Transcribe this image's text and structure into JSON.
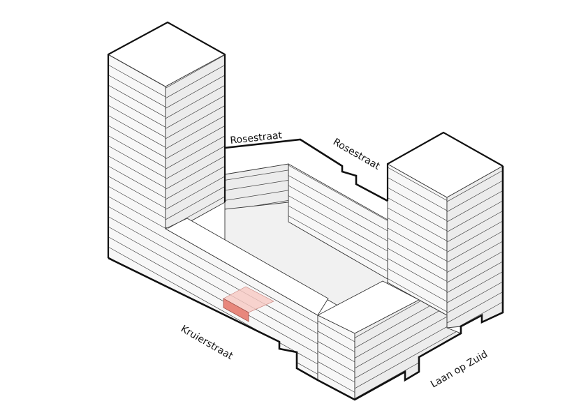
{
  "labels": {
    "street_north_1": "Rosestraat",
    "street_north_2": "Rosestraat",
    "street_west": "Kruierstraat",
    "street_east": "Laan op Zuid"
  },
  "colors": {
    "highlight_front": "#e8877c",
    "highlight_top": "#f6c8c2",
    "face_light": "#f7f7f7",
    "face_shade": "#ececec",
    "courtyard": "#f1f1f1",
    "outline": "#111111"
  }
}
